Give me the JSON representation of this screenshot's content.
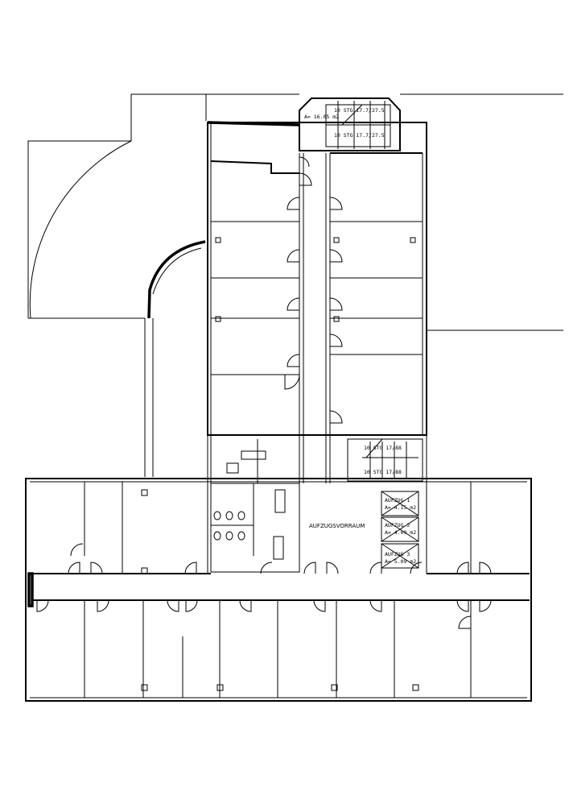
{
  "stair_top": {
    "area": "A= 16.05 m2",
    "step_label_1": "10 STG 17.7/27.5",
    "step_label_2": "10 STG 17.7/27.5"
  },
  "stair_core": {
    "step_label_1": "10 STG 17/88",
    "step_label_2": "10 STG 17/88"
  },
  "lobby": {
    "label": "AUFZUGSVORRAUM"
  },
  "elevators": [
    {
      "name": "AUFZUG 1",
      "area": "A= 4.15 m2"
    },
    {
      "name": "AUFZUG 2",
      "area": "A= 4.09 m2"
    },
    {
      "name": "AUFZUG 3",
      "area": "A= 5.09 m2"
    }
  ]
}
